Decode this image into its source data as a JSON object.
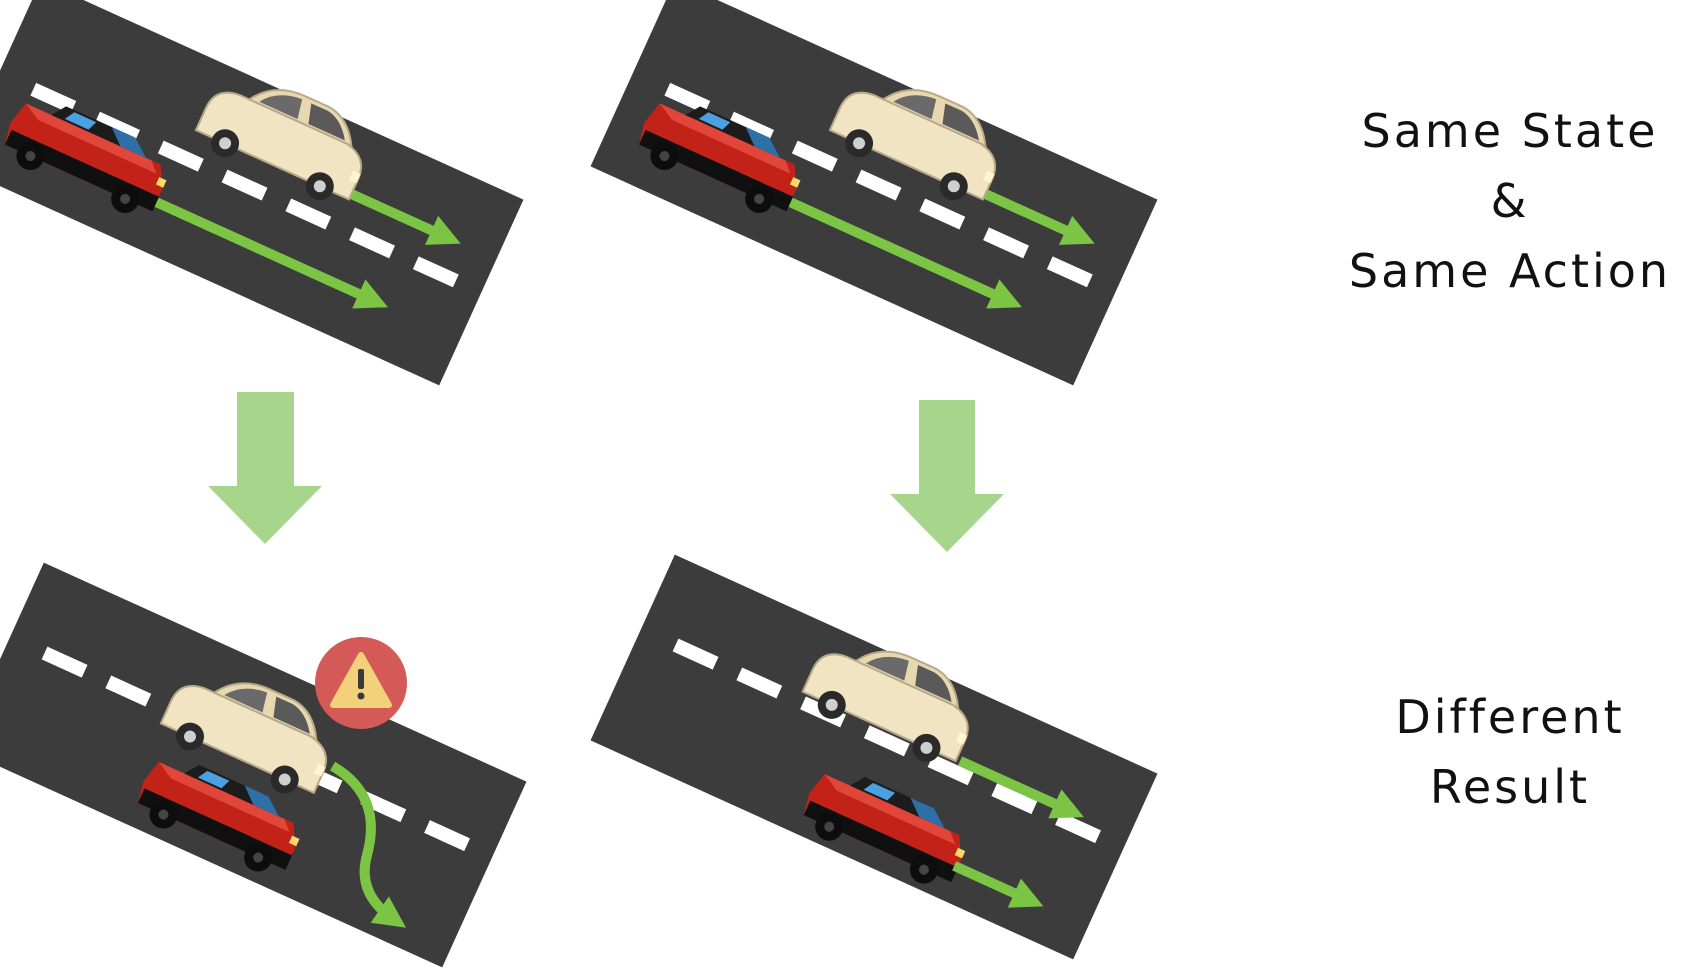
{
  "captions": {
    "same_state": "Same State",
    "ampersand": "&",
    "same_action": "Same Action",
    "different": "Different",
    "result": "Result"
  },
  "colors": {
    "road": "#3c3c3c",
    "lane_mark": "#ffffff",
    "motion_arrow": "#7cc444",
    "transition_arrow": "#a8d58c",
    "red_car": "#d42b22",
    "red_car_windshield": "#2f6fa8",
    "white_car": "#f1e4c2",
    "warning_circle": "#d45a57",
    "warning_triangle": "#f3d07a"
  },
  "icons": {
    "warning": "warning-icon"
  }
}
